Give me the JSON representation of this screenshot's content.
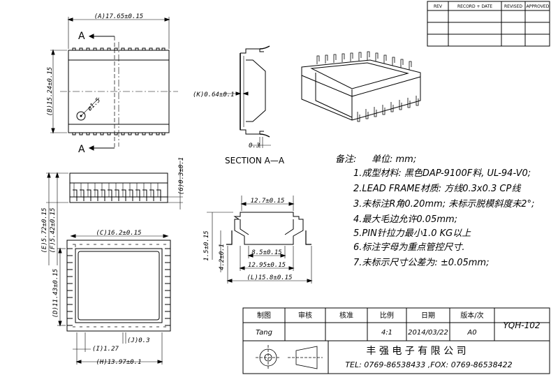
{
  "revision_table": {
    "headers": [
      "REV",
      "RECORD + DATE",
      "REVISED",
      "APPROVED"
    ]
  },
  "top_view": {
    "dim_a": "(A)17.65±0.15",
    "dim_b": "(B)15.24±0.15",
    "dim_hole": "ø1.5",
    "section_mark": "A"
  },
  "section_view": {
    "dim_k": "(K)0.64±0.1",
    "dim_pin": "0.3",
    "title": "SECTION A—A"
  },
  "side_view": {
    "dim_g": "(G)0.3±0.1",
    "dim_e": "(E)5.72±0.15",
    "dim_f": "(F)5.42±0.15"
  },
  "bottom_view": {
    "dim_c": "(C)16.2±0.15",
    "dim_d": "(D)11.43±0.15",
    "dim_i": "(I)1.27",
    "dim_j": "(J)0.3",
    "dim_h": "(H)13.97±0.1"
  },
  "profile_view": {
    "dim_top": "12.7±0.15",
    "dim_h1": "1.5±0.15",
    "dim_h2": "4.2±0.1",
    "dim_inner": "8.5±0.15",
    "dim_mid": "12.95±0.15",
    "dim_l": "(L)15.8±0.15"
  },
  "notes": {
    "title": "备注:",
    "unit": "单位: mm;",
    "items": [
      "1.成型材料: 黑色DAP-9100F料, UL-94-V0;",
      "2.LEAD FRAME材质: 方线0.3x0.3 CP线",
      "3.未标注R角0.20mm; 未标示脱模斜度未2°;",
      "4.最大毛边允许0.05mm;",
      "5.PIN针拉力最小1.0 KG以上",
      "6.标注字母为重点管控尺寸.",
      "7.未标示尺寸公差为: ±0.05mm;"
    ]
  },
  "title_block": {
    "headers": [
      "制图",
      "审核",
      "核准",
      "比例",
      "日期",
      "版本/次"
    ],
    "values": [
      "Tang",
      "",
      "",
      "4:1",
      "2014/03/22",
      "A0"
    ],
    "part_number": "YQH-102",
    "company": "丰 强 电 子 有 限 公 司",
    "contact": "TEL: 0769-86538433 ,FOX: 0769-86538422"
  }
}
